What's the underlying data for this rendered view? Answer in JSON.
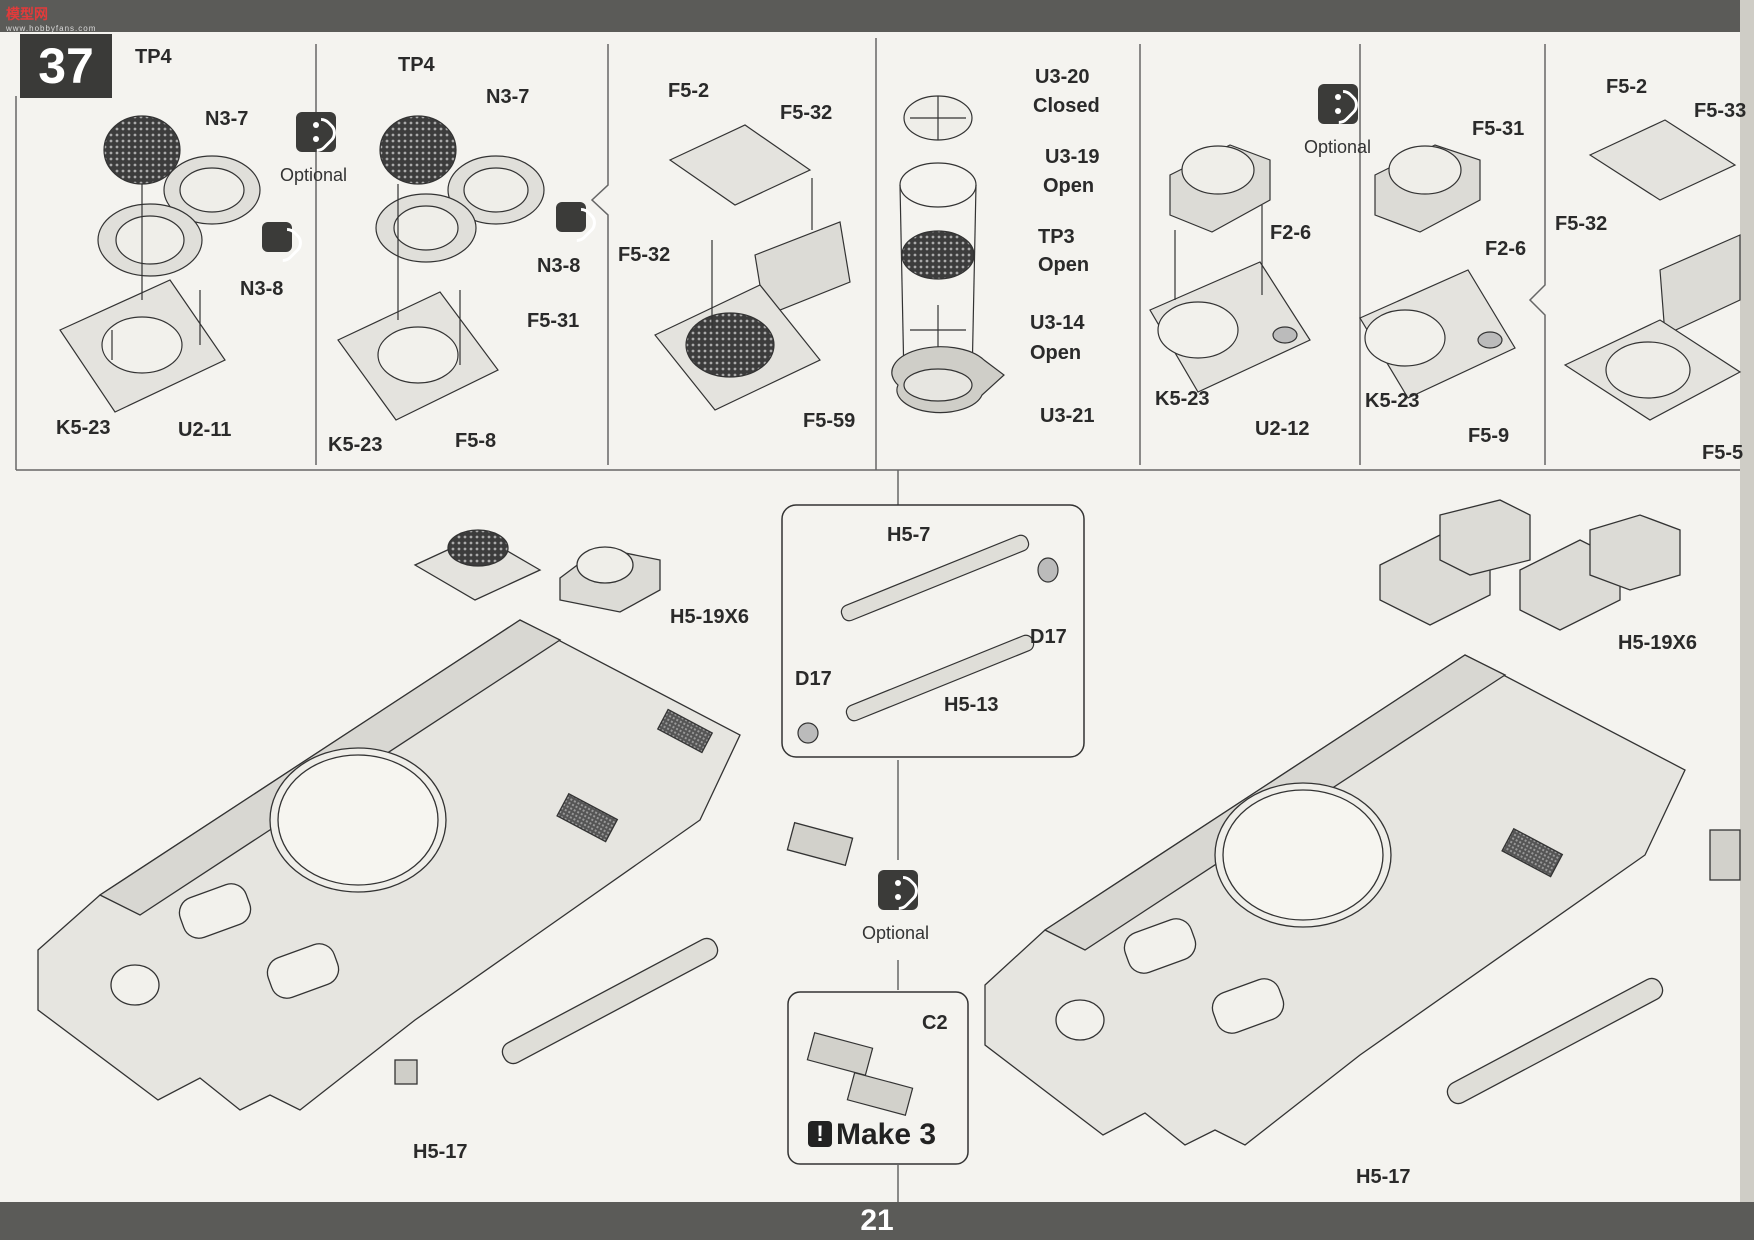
{
  "header": {
    "logo": "模型网",
    "logo_sub": "www.hobbyfans.com"
  },
  "step": {
    "number": "37"
  },
  "page": {
    "number": "21"
  },
  "labels_top": [
    {
      "id": "tp4-a",
      "text": "TP4"
    },
    {
      "id": "n3-7-a",
      "text": "N3-7"
    },
    {
      "id": "n3-8-a",
      "text": "N3-8"
    },
    {
      "id": "k5-23-a",
      "text": "K5-23"
    },
    {
      "id": "u2-11",
      "text": "U2-11"
    },
    {
      "id": "tp4-b",
      "text": "TP4"
    },
    {
      "id": "n3-7-b",
      "text": "N3-7"
    },
    {
      "id": "n3-8-b",
      "text": "N3-8"
    },
    {
      "id": "f5-31-a",
      "text": "F5-31"
    },
    {
      "id": "k5-23-b",
      "text": "K5-23"
    },
    {
      "id": "f5-8",
      "text": "F5-8"
    },
    {
      "id": "f5-2-a",
      "text": "F5-2"
    },
    {
      "id": "f5-32-a",
      "text": "F5-32"
    },
    {
      "id": "f5-32-b",
      "text": "F5-32"
    },
    {
      "id": "f5-59-a",
      "text": "F5-59"
    },
    {
      "id": "u3-20",
      "text": "U3-20"
    },
    {
      "id": "closed",
      "text": "Closed"
    },
    {
      "id": "u3-19",
      "text": "U3-19"
    },
    {
      "id": "open-a",
      "text": "Open"
    },
    {
      "id": "tp3",
      "text": "TP3"
    },
    {
      "id": "open-b",
      "text": "Open"
    },
    {
      "id": "u3-14",
      "text": "U3-14"
    },
    {
      "id": "open-c",
      "text": "Open"
    },
    {
      "id": "u3-21",
      "text": "U3-21"
    },
    {
      "id": "f2-6-a",
      "text": "F2-6"
    },
    {
      "id": "k5-23-c",
      "text": "K5-23"
    },
    {
      "id": "u2-12",
      "text": "U2-12"
    },
    {
      "id": "f5-31-b",
      "text": "F5-31"
    },
    {
      "id": "f2-6-b",
      "text": "F2-6"
    },
    {
      "id": "k5-23-d",
      "text": "K5-23"
    },
    {
      "id": "f5-9",
      "text": "F5-9"
    },
    {
      "id": "f5-2-b",
      "text": "F5-2"
    },
    {
      "id": "f5-33",
      "text": "F5-33"
    },
    {
      "id": "f5-32-c",
      "text": "F5-32"
    },
    {
      "id": "f5-59-b",
      "text": "F5-5"
    }
  ],
  "labels_bottom": [
    {
      "id": "h5-19x6-a",
      "text": "H5-19X6"
    },
    {
      "id": "h5-17-a",
      "text": "H5-17"
    },
    {
      "id": "h5-7",
      "text": "H5-7"
    },
    {
      "id": "d17-a",
      "text": "D17"
    },
    {
      "id": "d17-b",
      "text": "D17"
    },
    {
      "id": "h5-13",
      "text": "H5-13"
    },
    {
      "id": "c2",
      "text": "C2"
    },
    {
      "id": "h5-19x6-b",
      "text": "H5-19X6"
    },
    {
      "id": "h5-17-b",
      "text": "H5-17"
    }
  ],
  "optional_text": "Optional",
  "make_text": "Make 3"
}
